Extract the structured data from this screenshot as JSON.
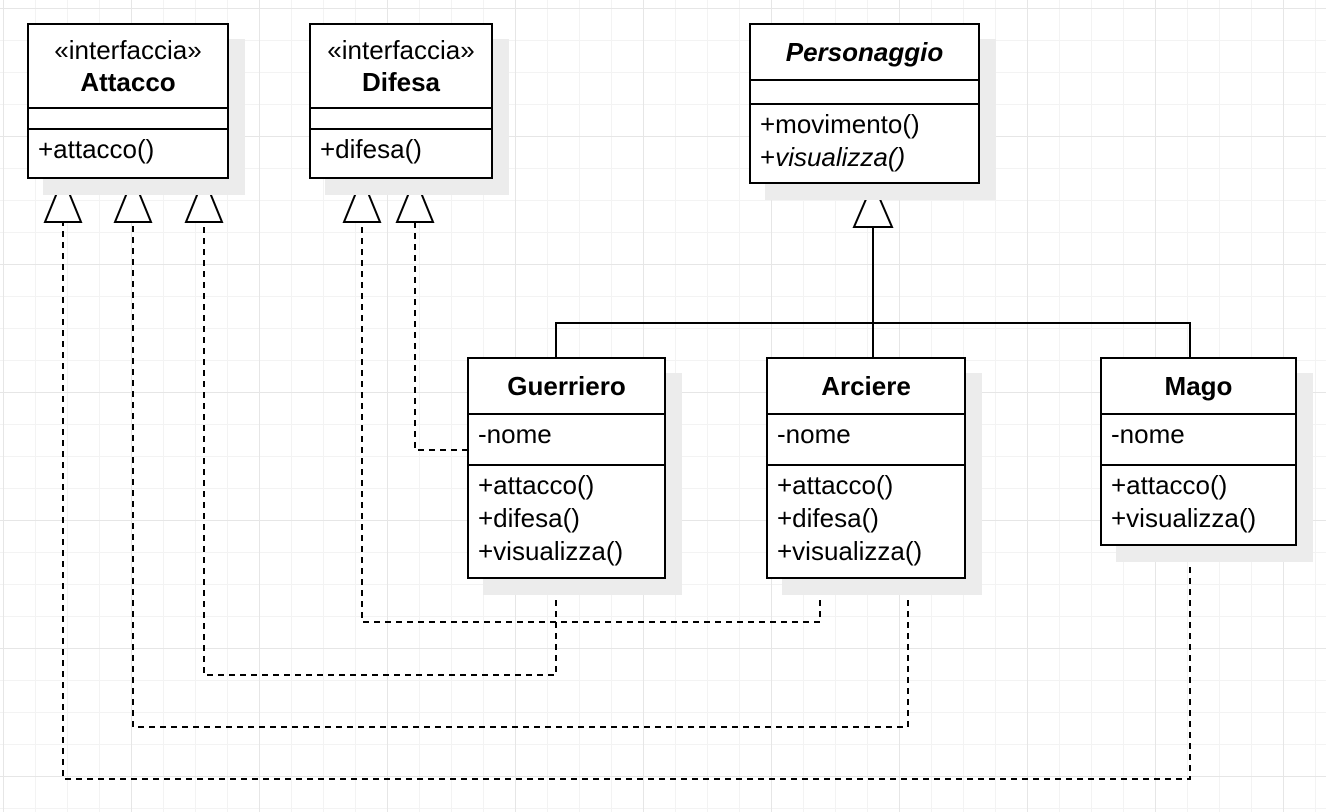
{
  "classes": {
    "attacco": {
      "stereotype": "«interfaccia»",
      "name": "Attacco",
      "operations": [
        "+attacco()"
      ]
    },
    "difesa": {
      "stereotype": "«interfaccia»",
      "name": "Difesa",
      "operations": [
        "+difesa()"
      ]
    },
    "personaggio": {
      "name": "Personaggio",
      "operations": [
        "+movimento()",
        "+",
        "visualizza()"
      ]
    },
    "guerriero": {
      "name": "Guerriero",
      "attributes": [
        "-nome"
      ],
      "operations": [
        "+attacco()",
        "+difesa()",
        "+visualizza()"
      ]
    },
    "arciere": {
      "name": "Arciere",
      "attributes": [
        "-nome"
      ],
      "operations": [
        "+attacco()",
        "+difesa()",
        "+visualizza()"
      ]
    },
    "mago": {
      "name": "Mago",
      "attributes": [
        "-nome"
      ],
      "operations": [
        "+attacco()",
        "+visualizza()"
      ]
    }
  },
  "relations": [
    {
      "type": "generalization",
      "from": "Guerriero",
      "to": "Personaggio"
    },
    {
      "type": "generalization",
      "from": "Arciere",
      "to": "Personaggio"
    },
    {
      "type": "generalization",
      "from": "Mago",
      "to": "Personaggio"
    },
    {
      "type": "realization",
      "from": "Guerriero",
      "to": "Attacco"
    },
    {
      "type": "realization",
      "from": "Arciere",
      "to": "Attacco"
    },
    {
      "type": "realization",
      "from": "Mago",
      "to": "Attacco"
    },
    {
      "type": "realization",
      "from": "Guerriero",
      "to": "Difesa"
    },
    {
      "type": "realization",
      "from": "Arciere",
      "to": "Difesa"
    }
  ],
  "colors": {
    "line": "#000000",
    "box_fill": "#ffffff",
    "shadow": "#ececec",
    "grid": "#e6e6e6"
  }
}
